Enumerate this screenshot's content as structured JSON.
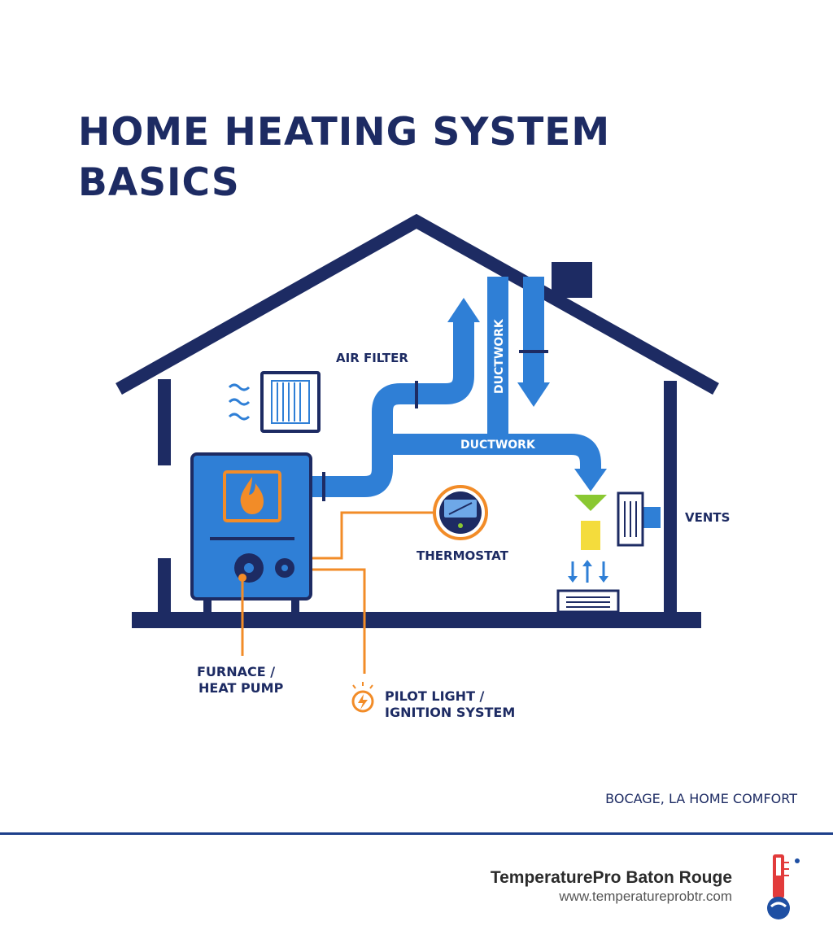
{
  "title": {
    "line1": "HOME HEATING SYSTEM",
    "line2": "BASICS"
  },
  "labels": {
    "air_filter": "AIR FILTER",
    "ductwork_vertical": "DUCTWORK",
    "ductwork_horizontal": "DUCTWORK",
    "vents": "VENTS",
    "thermostat": "THERMOSTAT",
    "furnace_line1": "FURNACE /",
    "furnace_line2": "HEAT PUMP",
    "pilot_line1": "PILOT LIGHT /",
    "pilot_line2": "IGNITION SYSTEM"
  },
  "region": "BOCAGE, LA HOME COMFORT",
  "brand": {
    "name": "TemperaturePro Baton Rouge",
    "url": "www.temperatureprobtr.com"
  },
  "colors": {
    "navy": "#1d2b63",
    "duct_blue": "#2f7fd6",
    "orange": "#f28c28",
    "yellow_green": "#8ac832"
  }
}
